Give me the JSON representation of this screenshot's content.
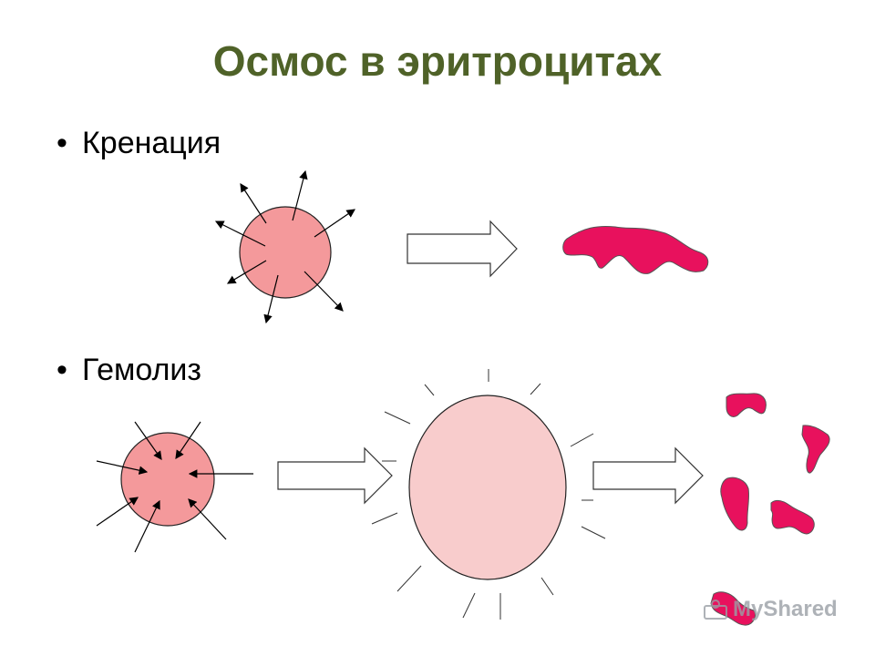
{
  "slide": {
    "title": "Осмос в эритроцитах",
    "bullets": [
      {
        "symbol": "•",
        "text": "Кренация"
      },
      {
        "symbol": "•",
        "text": "Гемолиз"
      }
    ],
    "watermark": "MyShared"
  },
  "colors": {
    "title": "#4f6228",
    "cell_fill": "#f4999b",
    "swollen_cell_fill": "#f8cccc",
    "fragment_fill": "#e8115d"
  },
  "icons": [
    "arrow-out-icon",
    "arrow-in-icon",
    "process-arrow-icon"
  ]
}
